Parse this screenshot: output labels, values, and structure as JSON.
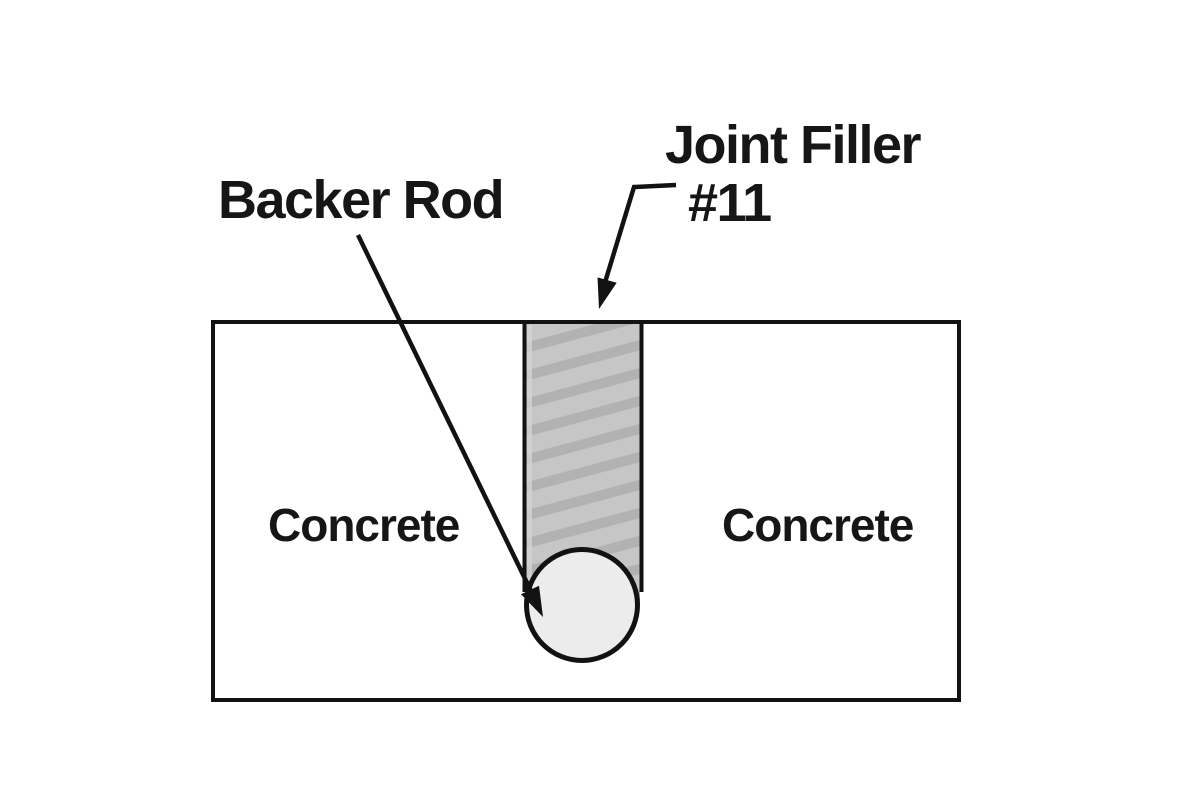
{
  "diagram": {
    "type": "construction-joint-cross-section",
    "labels": {
      "backer_rod": "Backer Rod",
      "joint_filler_line1": "Joint Filler",
      "joint_filler_line2": "#11",
      "concrete_left": "Concrete",
      "concrete_right": "Concrete"
    },
    "colors": {
      "line": "#121212",
      "text": "#161616",
      "filler_base": "#c6c6c6",
      "filler_stripe": "#b2b2b2",
      "filler_edge_highlight": "#d4d4d4",
      "backer_rod_fill": "#ececec",
      "background": "#ffffff"
    }
  }
}
